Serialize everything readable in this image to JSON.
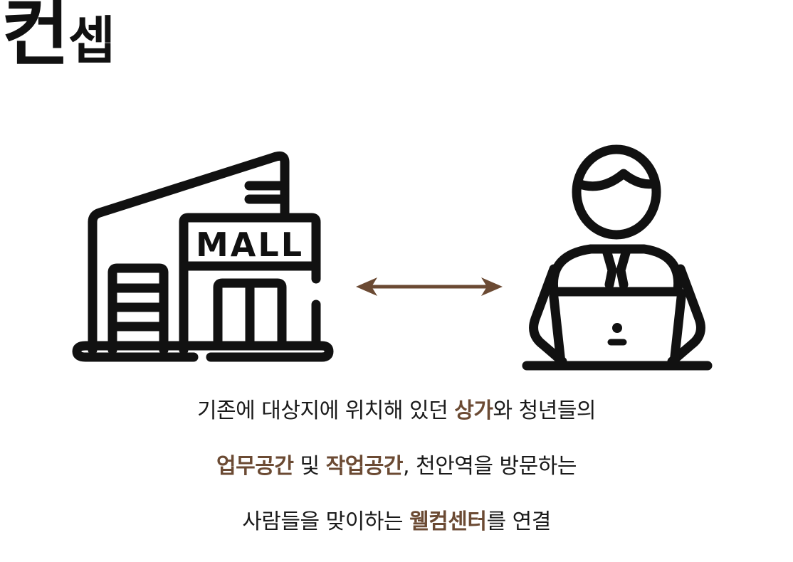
{
  "title": {
    "part1": "컨",
    "part2": "셉"
  },
  "diagram": {
    "store_sign": "MALL",
    "left_icon": "mall-store-icon",
    "right_icon": "person-laptop-icon",
    "connector": "double-arrow-icon",
    "colors": {
      "icon": "#111111",
      "accent": "#6b4a33"
    }
  },
  "caption": {
    "line1": {
      "text1": "기존에 대상지에 위치해 있던 ",
      "hl1": "상가",
      "text2": "와 청년들의"
    },
    "line2": {
      "hl1": "업무공간",
      "text1": " 및 ",
      "hl2": "작업공간",
      "text2": ", 천안역을 방문하는"
    },
    "line3": {
      "text1": "사람들을 맞이하는 ",
      "hl1": "웰컴센터",
      "text2": "를 연결"
    }
  }
}
